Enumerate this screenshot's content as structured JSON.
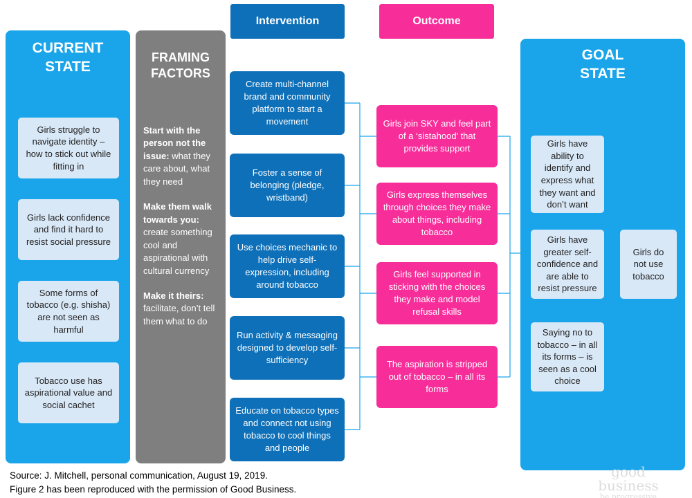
{
  "current_state": {
    "title_line1": "CURRENT",
    "title_line2": "STATE",
    "items": [
      "Girls struggle to navigate identity – how to stick out while fitting in",
      "Girls lack confidence and find it hard to resist social pressure",
      "Some forms of tobacco (e.g. shisha) are not seen as harmful",
      "Tobacco use has aspirational value and social cachet"
    ]
  },
  "framing_factors": {
    "title_line1": "FRAMING",
    "title_line2": "FACTORS",
    "points": [
      {
        "bold": "Start with the person not the issue:",
        "rest": " what they care about, what they need"
      },
      {
        "bold": "Make them walk towards you:",
        "rest": " create something cool and aspirational with cultural currency"
      },
      {
        "bold": "Make it theirs:",
        "rest": " facilitate, don’t tell them what to do"
      }
    ]
  },
  "headers": {
    "intervention": "Intervention",
    "outcome": "Outcome"
  },
  "interventions": [
    "Create multi-channel brand and community platform to start a movement",
    "Foster a sense of belonging (pledge, wristband)",
    "Use choices mechanic to help drive self-expression, including around tobacco",
    "Run activity & messaging designed to develop self-sufficiency",
    "Educate on tobacco types and connect not using tobacco to cool things and people"
  ],
  "outcomes": [
    "Girls join SKY and feel part of a ‘sistahood’ that provides support",
    "Girls express themselves through choices they make about things, including tobacco",
    "Girls feel supported in sticking with the choices they make and model refusal skills",
    "The aspiration is stripped out of tobacco – in all its forms"
  ],
  "goal_state": {
    "title_line1": "GOAL",
    "title_line2": "STATE",
    "items": [
      "Girls have ability to identify and express what they want and don’t want",
      "Girls have greater self-confidence and are able to resist pressure",
      "Saying no to tobacco – in all its forms – is seen as a cool choice"
    ],
    "final": "Girls do not use tobacco"
  },
  "source": {
    "line1": "Source: J. Mitchell, personal communication, August 19, 2019.",
    "line2": "Figure 2 has been reproduced with the permission of Good Business."
  },
  "logo": {
    "name": "good business",
    "tagline": "be progressive"
  },
  "colors": {
    "panel_blue": "#1aa5ea",
    "framing_gray": "#7f7f7f",
    "intervention_blue": "#0e70b8",
    "outcome_pink": "#f72e9a",
    "light_box": "#d9e8f7"
  }
}
